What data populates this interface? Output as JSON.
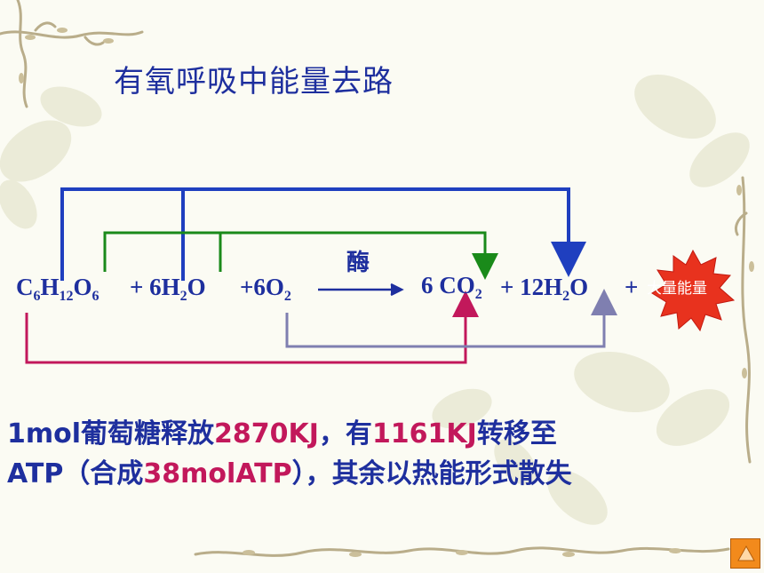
{
  "title": "有氧呼吸中能量去路",
  "equation": {
    "reactant_glucose": "C6H12O6",
    "reactant_water": "+ 6H2O",
    "reactant_oxygen": "+6O2",
    "enzyme": "酶",
    "product_co2": "6 CO2",
    "product_water": "+ 12H2O",
    "plus_energy": "+",
    "energy_label": "大量能量"
  },
  "text": {
    "line1_a": "1mol葡萄糖释放",
    "line1_b": "2870KJ",
    "line1_c": "，有",
    "line1_d": "1161KJ",
    "line1_e": "转移至",
    "line2_a": "ATP（合成",
    "line2_b": "38molATP",
    "line2_c": "），其余以热能形式散失"
  },
  "colors": {
    "text_blue": "#1e2f9e",
    "highlight": "#c2185b",
    "arrow_blue": "#1f3fbf",
    "arrow_green": "#1a8a1a",
    "arrow_magenta": "#c2185b",
    "arrow_gray": "#7f7fb0",
    "burst_red": "#e8321e",
    "nav_orange": "#f28a1c"
  },
  "icons": {
    "nav": "next-arrow-icon"
  }
}
